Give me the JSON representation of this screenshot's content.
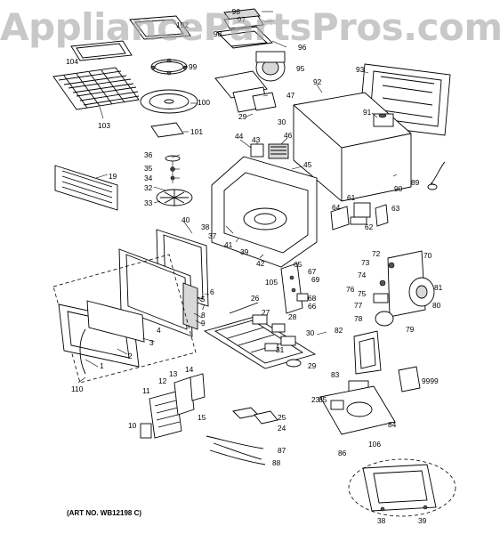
{
  "watermark": "AppliancePartsPros.com",
  "art_number": "(ART NO. WB12198 C)",
  "callouts": [
    "1",
    "2",
    "3",
    "4",
    "5",
    "6",
    "7",
    "8",
    "9",
    "10",
    "11",
    "12",
    "13",
    "14",
    "15",
    "19",
    "23",
    "24",
    "25",
    "26",
    "27",
    "28",
    "29",
    "30",
    "31",
    "32",
    "33",
    "34",
    "35",
    "36",
    "37",
    "38",
    "39",
    "40",
    "41",
    "42",
    "43",
    "44",
    "45",
    "46",
    "47",
    "61",
    "62",
    "63",
    "64",
    "65",
    "66",
    "67",
    "68",
    "69",
    "70",
    "72",
    "73",
    "74",
    "75",
    "76",
    "77",
    "78",
    "79",
    "80",
    "81",
    "82",
    "83",
    "84",
    "85",
    "86",
    "87",
    "88",
    "89",
    "90",
    "91",
    "92",
    "93",
    "95",
    "96",
    "97",
    "98",
    "99",
    "100",
    "101",
    "102",
    "103",
    "104",
    "105",
    "106",
    "110",
    "9999"
  ]
}
